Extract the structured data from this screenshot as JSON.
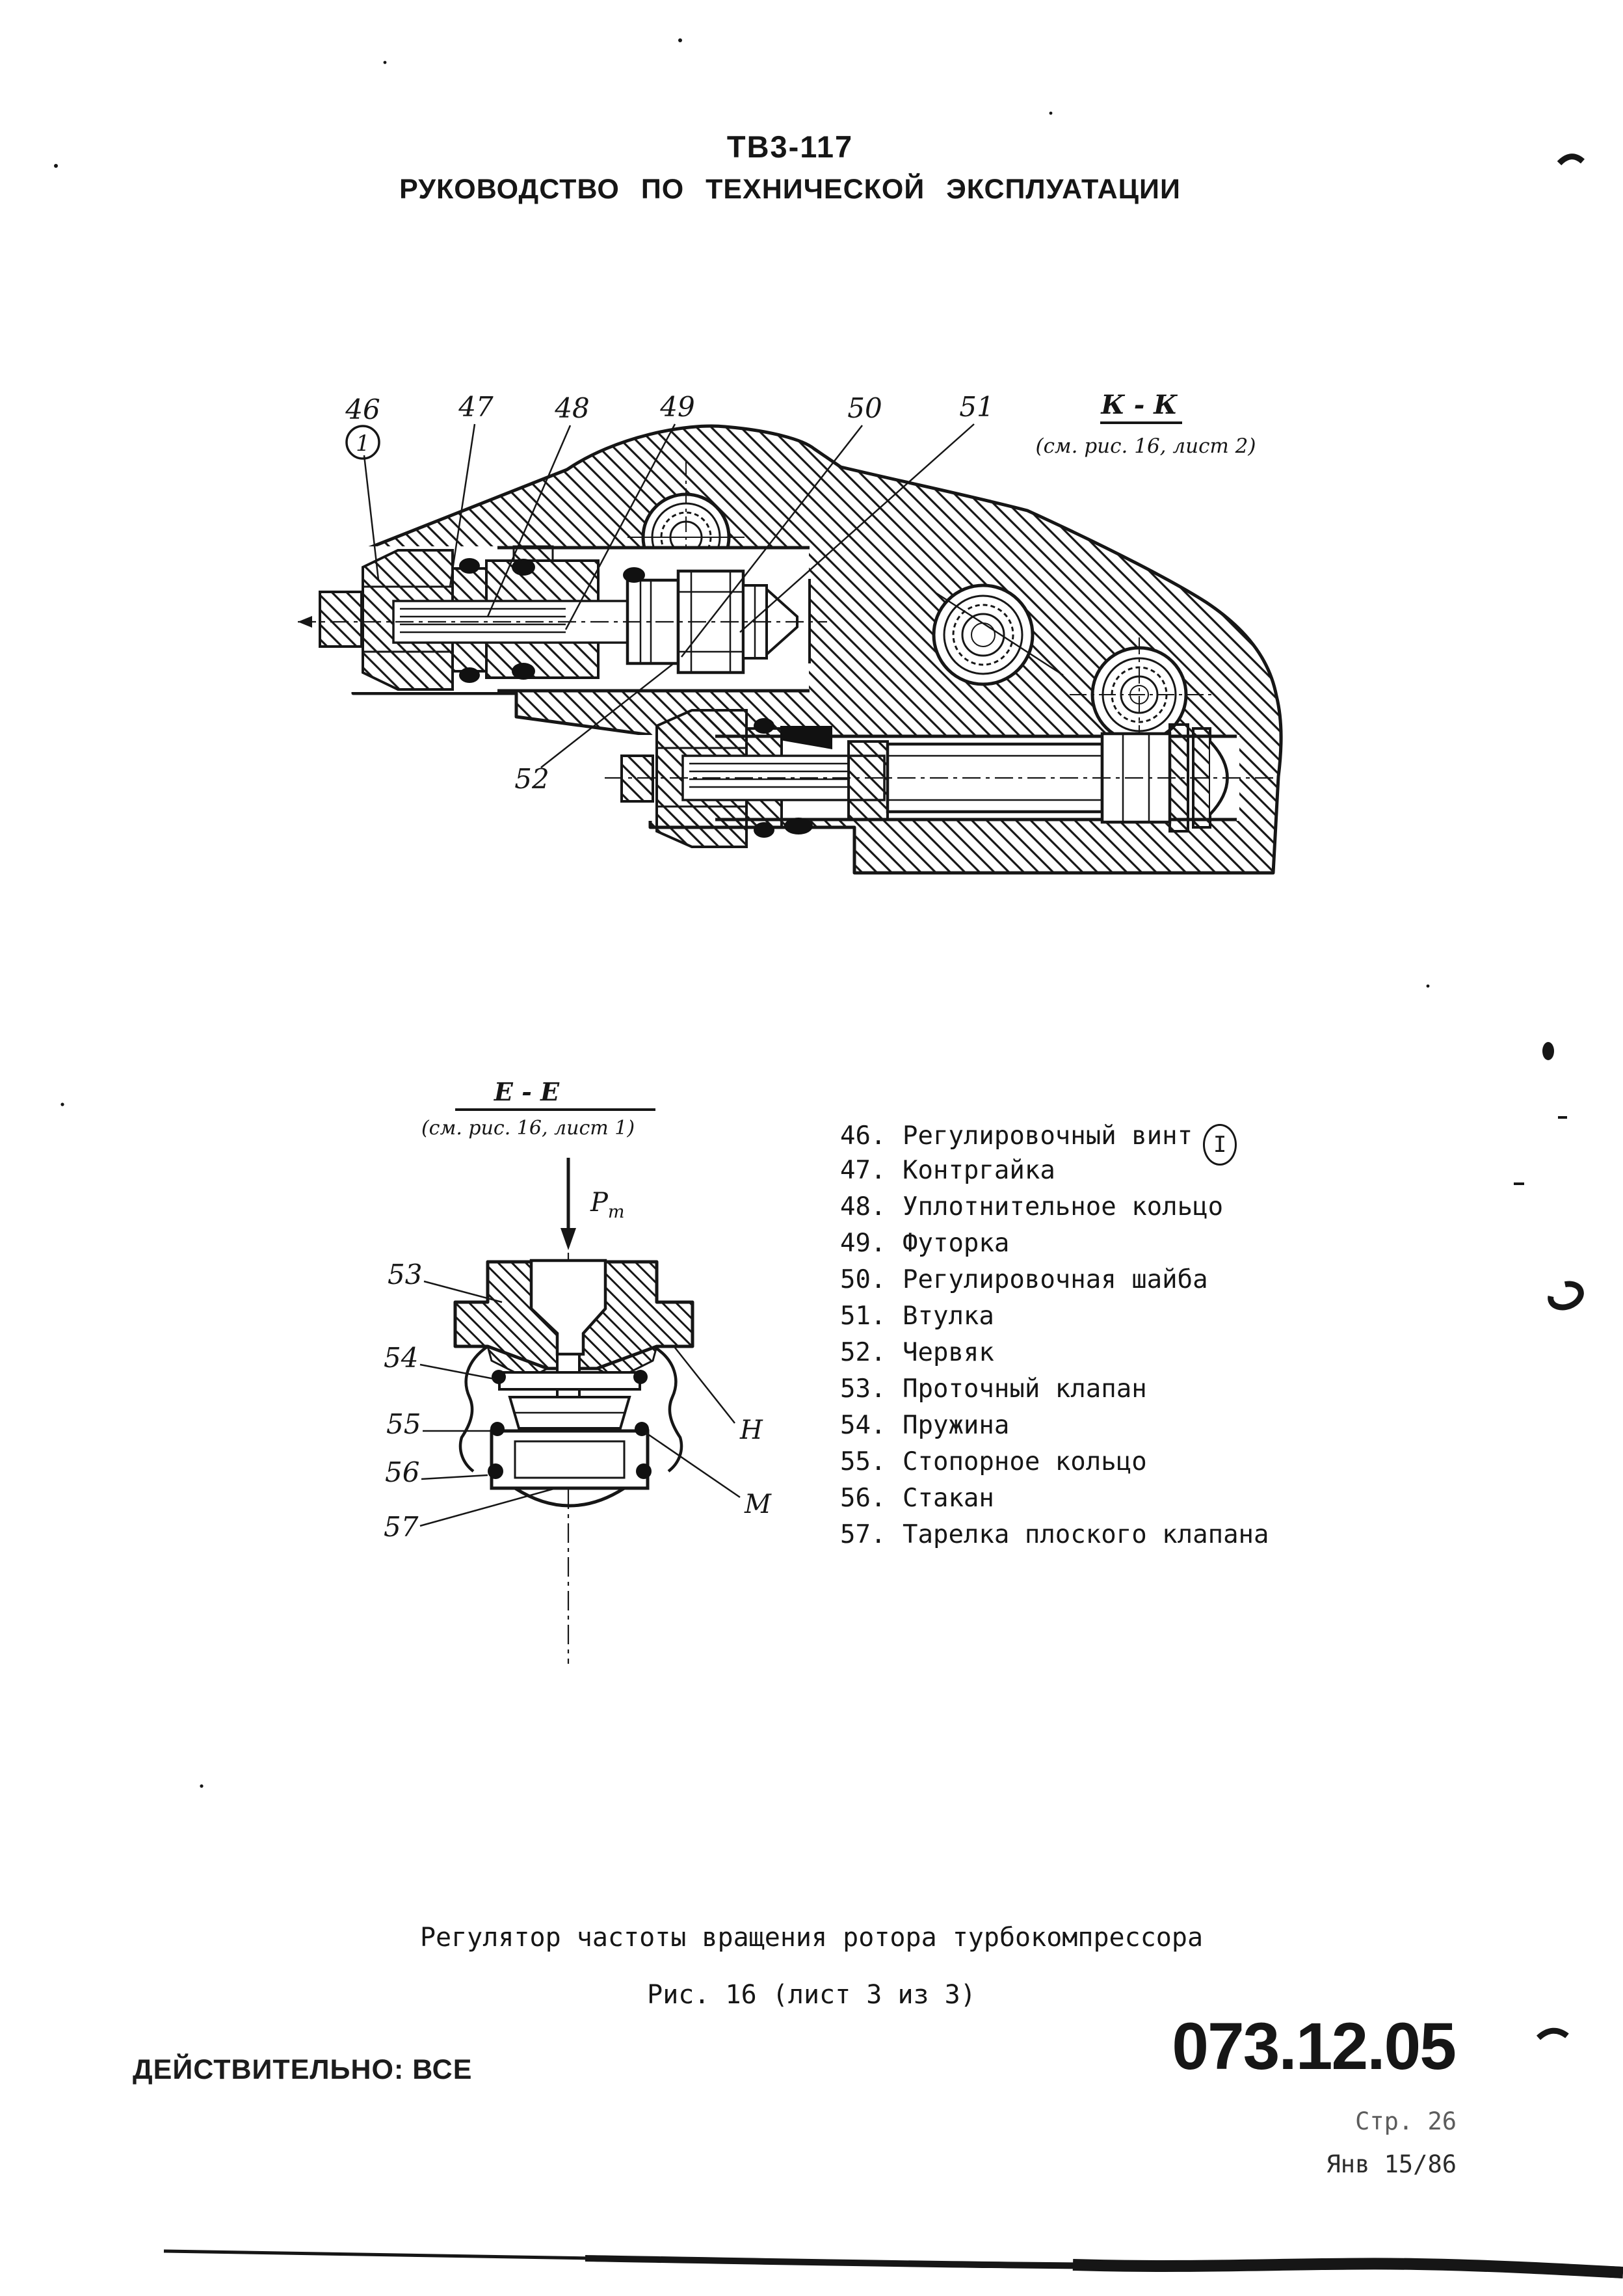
{
  "header": {
    "model": "ТВ3-117",
    "title": "РУКОВОДСТВО ПО ТЕХНИЧЕСКОЙ ЭКСПЛУАТАЦИИ"
  },
  "figure_top": {
    "section": "К - К",
    "ref": "(см. рис. 16, лист 2)",
    "circled": "1",
    "callouts": {
      "c46": "46",
      "c47": "47",
      "c48": "48",
      "c49": "49",
      "c50": "50",
      "c51": "51",
      "c52": "52"
    }
  },
  "figure_bottom": {
    "section": "Е - Е",
    "ref": "(см. рис. 16, лист 1)",
    "pressure_main": "Р",
    "pressure_sub": "т",
    "callouts": {
      "c53": "53",
      "c54": "54",
      "c55": "55",
      "c56": "56",
      "c57": "57",
      "pH": "Н",
      "pM": "М"
    }
  },
  "parts_list": [
    {
      "num": "46.",
      "label": "Регулировочный винт",
      "suffix_circled": "I"
    },
    {
      "num": "47.",
      "label": "Контргайка"
    },
    {
      "num": "48.",
      "label": "Уплотнительное кольцо"
    },
    {
      "num": "49.",
      "label": "Футорка"
    },
    {
      "num": "50.",
      "label": "Регулировочная шайба"
    },
    {
      "num": "51.",
      "label": "Втулка"
    },
    {
      "num": "52.",
      "label": "Червяк"
    },
    {
      "num": "53.",
      "label": "Проточный клапан"
    },
    {
      "num": "54.",
      "label": "Пружина"
    },
    {
      "num": "55.",
      "label": "Стопорное кольцо"
    },
    {
      "num": "56.",
      "label": "Стакан"
    },
    {
      "num": "57.",
      "label": "Тарелка плоского клапана"
    }
  ],
  "caption": {
    "line1": "Регулятор частоты вращения ротора турбокомпрессора",
    "line2": "Рис. 16 (лист 3 из 3)"
  },
  "footer": {
    "validity": "ДЕЙСТВИТЕЛЬНО: ВСЕ",
    "doc_number": "073.12.05",
    "page_label": "Стр. 26",
    "date_label": "Янв 15/86"
  },
  "colors": {
    "ink": "#161616",
    "paper": "#ffffff"
  }
}
